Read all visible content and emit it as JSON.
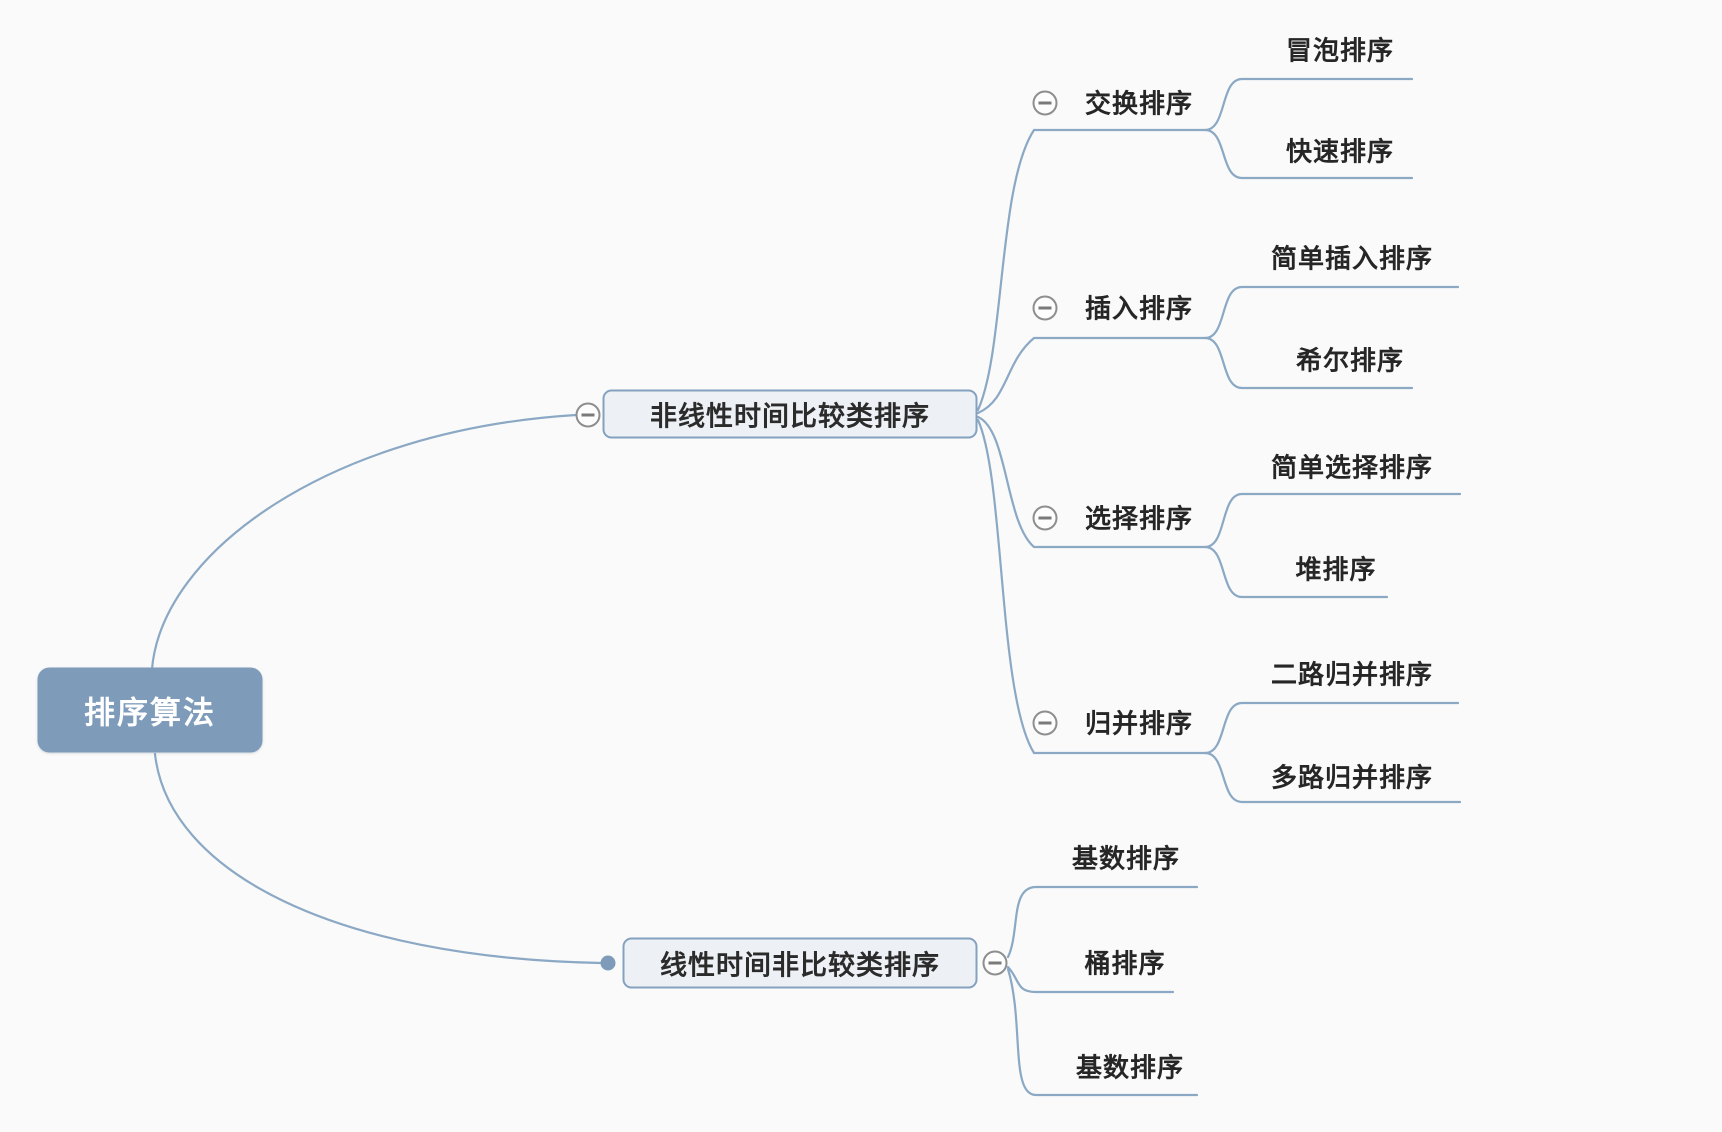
{
  "app": {
    "background_color": "#fafafa",
    "accent_color": "#7e9cba",
    "line_color": "#8ba8c4",
    "node_fill_color": "#edf1f5",
    "expander_icon": "minus-circle"
  },
  "mindmap": {
    "root": {
      "label": "排序算法"
    },
    "branches": [
      {
        "label": "非线性时间比较类排序",
        "children": [
          {
            "label": "交换排序",
            "children": [
              {
                "label": "冒泡排序"
              },
              {
                "label": "快速排序"
              }
            ]
          },
          {
            "label": "插入排序",
            "children": [
              {
                "label": "简单插入排序"
              },
              {
                "label": "希尔排序"
              }
            ]
          },
          {
            "label": "选择排序",
            "children": [
              {
                "label": "简单选择排序"
              },
              {
                "label": "堆排序"
              }
            ]
          },
          {
            "label": "归并排序",
            "children": [
              {
                "label": "二路归并排序"
              },
              {
                "label": "多路归并排序"
              }
            ]
          }
        ]
      },
      {
        "label": "线性时间非比较类排序",
        "children": [
          {
            "label": "基数排序"
          },
          {
            "label": "桶排序"
          },
          {
            "label": "基数排序"
          }
        ]
      }
    ]
  }
}
